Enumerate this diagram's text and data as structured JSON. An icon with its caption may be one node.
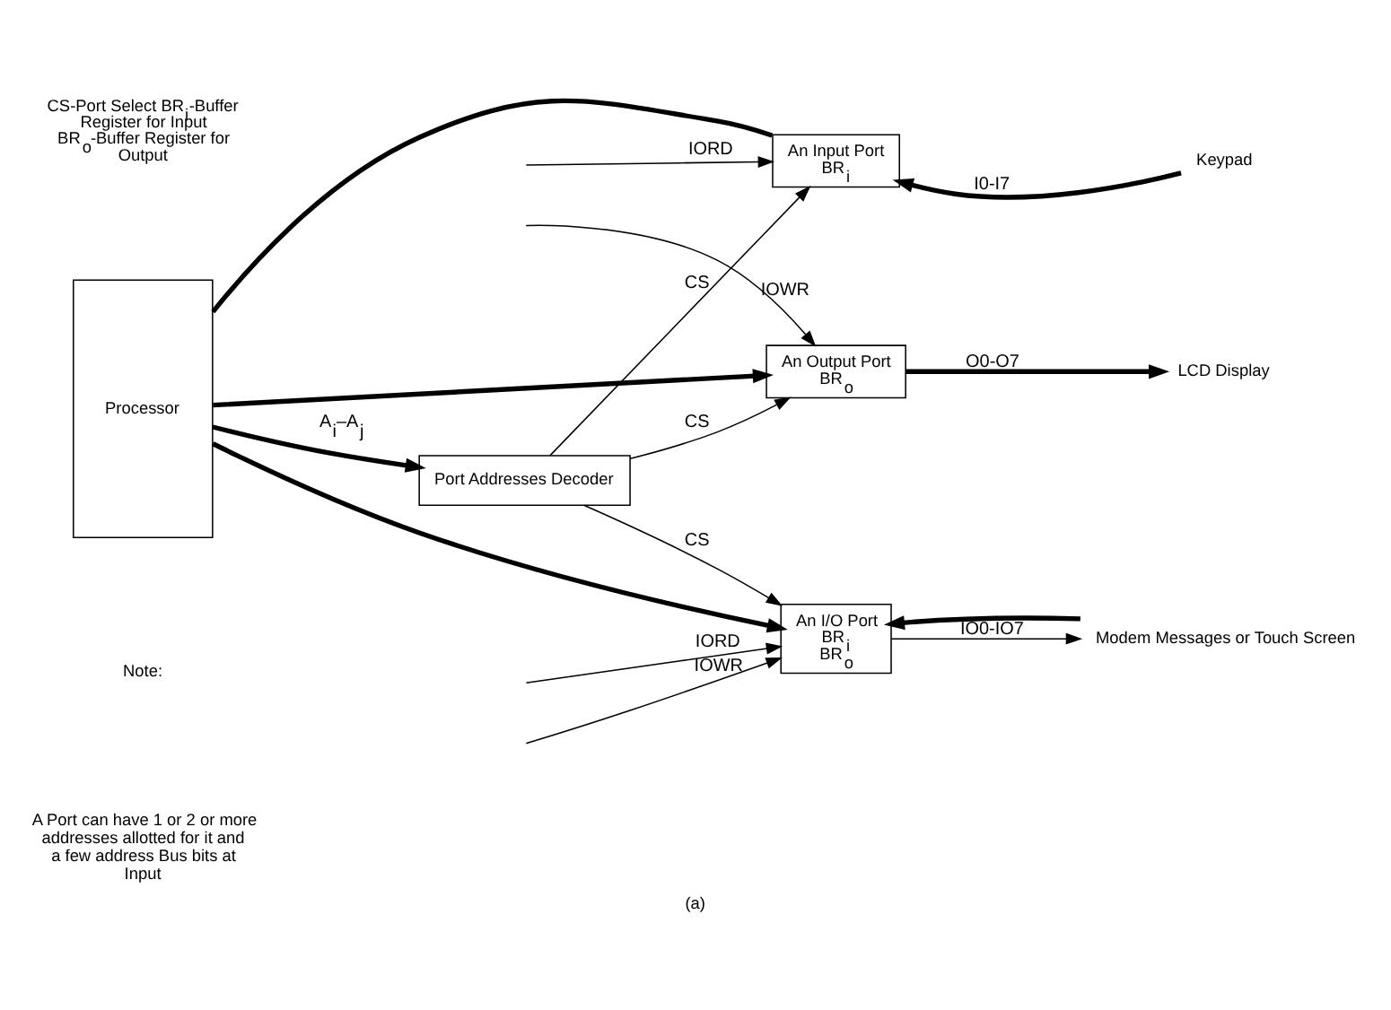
{
  "diagram": {
    "caption": "(a)",
    "nodes": [
      {
        "text": [
          "Processor"
        ]
      },
      {
        "text": [
          "Port Addresses Decoder"
        ]
      },
      {
        "text": [
          "An Input Port",
          "BR$_{i}$"
        ]
      },
      {
        "text": [
          "An Output Port",
          "BR$_{o}$"
        ]
      },
      {
        "text": [
          "An I/O Port",
          "BR$_{i}$",
          "BR$_{o}$"
        ]
      },
      {
        "text": [
          "Keypad"
        ]
      },
      {
        "text": [
          "LCD Display"
        ]
      },
      {
        "text": [
          "Modem Messages or Touch Screen"
        ]
      }
    ],
    "edges": [
      {
        "from": 0,
        "to": 1,
        "arrow": "to",
        "label": "A$_{i}$–A$_{j}$",
        "style": "thick"
      },
      {
        "from": 1,
        "to": 2,
        "arrow": "to",
        "label": "CS"
      },
      {
        "from": 1,
        "to": 3,
        "arrow": "to",
        "label": "CS"
      },
      {
        "from": 1,
        "to": 4,
        "arrow": "to",
        "label": "CS"
      },
      {
        "from": 0,
        "to": 2,
        "arrow": "none",
        "style": "thick"
      },
      {
        "from": 0,
        "to": 3,
        "arrow": "to",
        "style": "thick"
      },
      {
        "from": 0,
        "to": 4,
        "arrow": "to",
        "style": "thick"
      },
      {
        "from": null,
        "to": 2,
        "arrow": "to",
        "label": "IORD"
      },
      {
        "from": null,
        "to": 3,
        "arrow": "to",
        "label": "IOWR"
      },
      {
        "from": null,
        "to": 4,
        "arrow": "to",
        "label": "IORD"
      },
      {
        "from": null,
        "to": 4,
        "arrow": "to",
        "label": "IOWR"
      },
      {
        "from": 5,
        "to": 2,
        "arrow": "to",
        "label": "I0-I7",
        "style": "thick"
      },
      {
        "from": 3,
        "to": 6,
        "arrow": "to",
        "label": "O0-O7",
        "style": "thick"
      },
      {
        "from": 4,
        "to": 7,
        "arrow": "to",
        "label": "IO0-IO7"
      },
      {
        "from": 7,
        "to": 4,
        "arrow": "to",
        "style": "thick"
      }
    ],
    "labels": [
      "CS-Port Select BR$_{i}$-Buffer Register for Input BR$_{o}$-Buffer Register for Output",
      "Note:",
      "A Port can have 1 or 2 or more addresses allotted for it and a few address Bus bits at Input"
    ]
  }
}
